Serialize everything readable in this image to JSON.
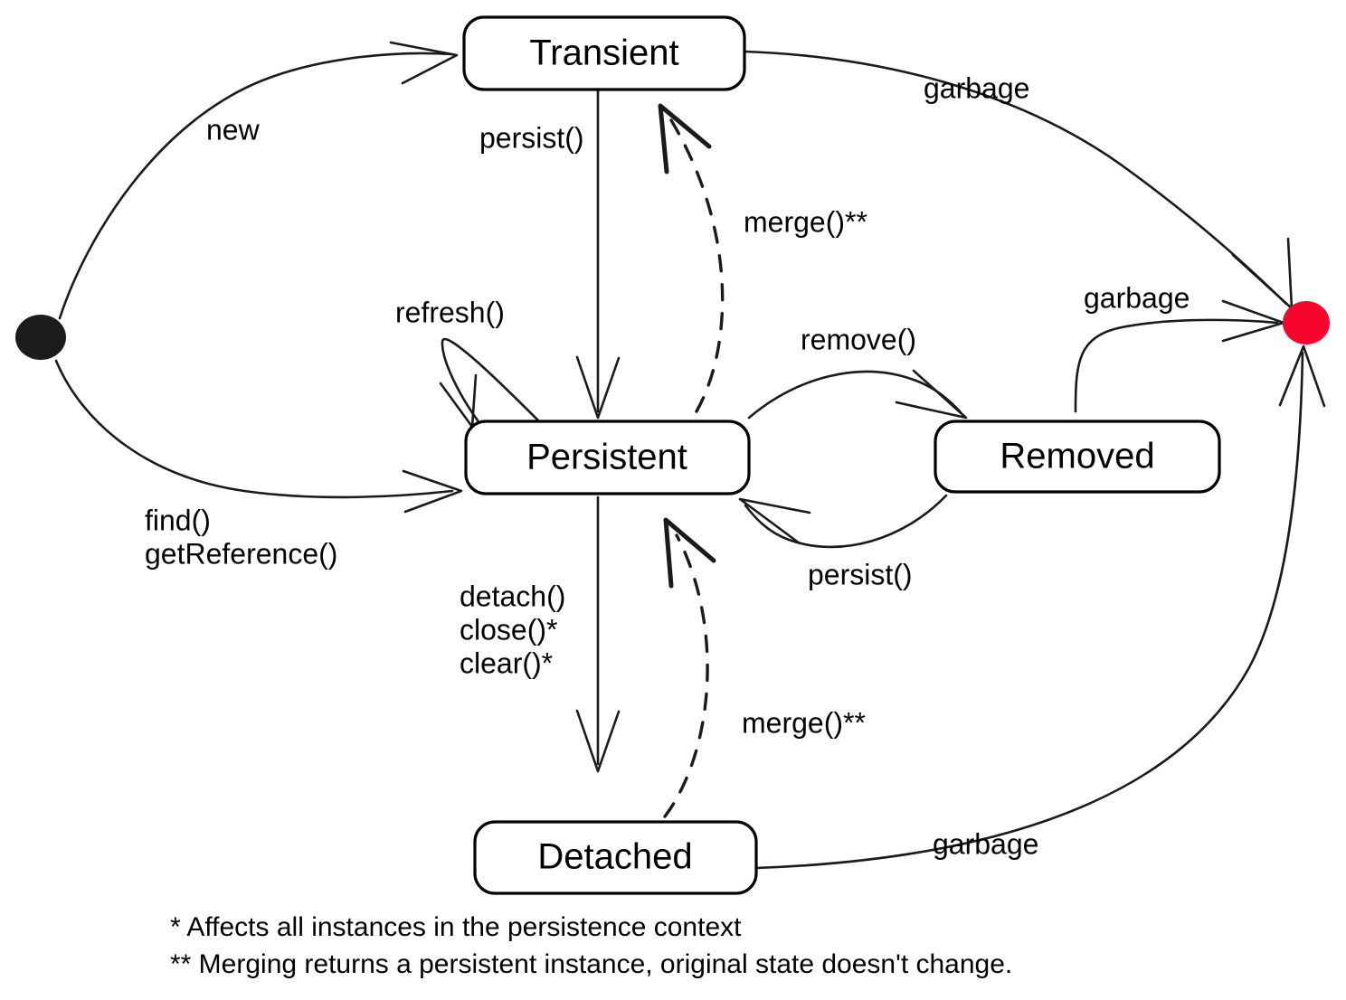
{
  "diagram": {
    "title": "JPA Entity Lifecycle State Diagram",
    "type": "uml-state-machine",
    "colors": {
      "initial_node": "#1c1c1c",
      "final_node": "#f5052c",
      "edge": "#1a1a1a",
      "box_fill": "#ffffff",
      "box_stroke": "#000000",
      "text": "#000000",
      "background": "#ffffff"
    },
    "nodes": [
      {
        "id": "initial",
        "kind": "initial-state",
        "label": ""
      },
      {
        "id": "transient",
        "kind": "state",
        "label": "Transient"
      },
      {
        "id": "persistent",
        "kind": "state",
        "label": "Persistent"
      },
      {
        "id": "removed",
        "kind": "state",
        "label": "Removed"
      },
      {
        "id": "detached",
        "kind": "state",
        "label": "Detached"
      },
      {
        "id": "final",
        "kind": "final-state",
        "label": ""
      }
    ],
    "edges": [
      {
        "id": "e-new",
        "from": "initial",
        "to": "transient",
        "label": "new",
        "style": "solid"
      },
      {
        "id": "e-find",
        "from": "initial",
        "to": "persistent",
        "label": "find()\ngetReference()",
        "style": "solid"
      },
      {
        "id": "e-persist-tp",
        "from": "transient",
        "to": "persistent",
        "label": "persist()",
        "style": "solid"
      },
      {
        "id": "e-merge-pt",
        "from": "persistent",
        "to": "transient",
        "label": "merge()**",
        "style": "dashed"
      },
      {
        "id": "e-refresh",
        "from": "persistent",
        "to": "persistent",
        "label": "refresh()",
        "style": "solid"
      },
      {
        "id": "e-remove",
        "from": "persistent",
        "to": "removed",
        "label": "remove()",
        "style": "solid"
      },
      {
        "id": "e-persist-rp",
        "from": "removed",
        "to": "persistent",
        "label": "persist()",
        "style": "solid"
      },
      {
        "id": "e-detach",
        "from": "persistent",
        "to": "detached",
        "label": "detach()\nclose()*\nclear()*",
        "style": "solid"
      },
      {
        "id": "e-merge-dp",
        "from": "detached",
        "to": "persistent",
        "label": "merge()**",
        "style": "dashed"
      },
      {
        "id": "e-garbage-tf",
        "from": "transient",
        "to": "final",
        "label": "garbage",
        "style": "solid"
      },
      {
        "id": "e-garbage-rf",
        "from": "removed",
        "to": "final",
        "label": "garbage",
        "style": "solid"
      },
      {
        "id": "e-garbage-df",
        "from": "detached",
        "to": "final",
        "label": "garbage",
        "style": "solid"
      }
    ],
    "labels": {
      "new": "new",
      "find": "find()",
      "get_reference": "getReference()",
      "persist_transient": "persist()",
      "merge_to_transient": "merge()**",
      "refresh": "refresh()",
      "remove": "remove()",
      "persist_removed": "persist()",
      "detach": "detach()",
      "close": "close()*",
      "clear": "clear()*",
      "merge_to_persistent": "merge()**",
      "garbage_transient": "garbage",
      "garbage_removed": "garbage",
      "garbage_detached": "garbage"
    },
    "states": {
      "transient": "Transient",
      "persistent": "Persistent",
      "removed": "Removed",
      "detached": "Detached"
    },
    "footnotes": [
      "* Affects all instances in the persistence context",
      "** Merging returns a persistent instance, original state doesn't change."
    ]
  }
}
